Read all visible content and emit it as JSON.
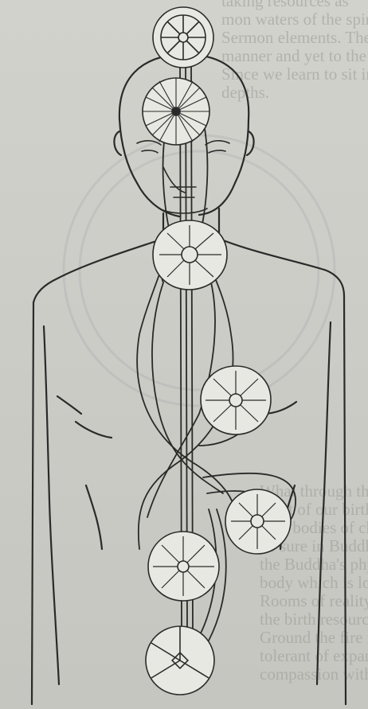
{
  "figure": {
    "subject": "human figure with chakras and nadis",
    "chakra_count": 7,
    "colors": {
      "paper": "#cfcfc9",
      "ink": "#2a2a2a",
      "lotus_fill": "#e8e8e2"
    }
  },
  "bleed_through_text": {
    "top_lines": [
      "taking  resources  as",
      "mon  waters  of  the  spinning",
      "Sermon  elements.  Their  rich",
      "manner  and  yet  to  the  world",
      "Since  we  learn  to  sit  in  the",
      "depths."
    ],
    "bottom_lines": [
      "What  through  the  more",
      "ment  of  our  birth  there",
      "own  bodies  of  change,",
      "be  sure  in  Buddhism",
      "the  Buddha's  physical",
      "body  which  is  lost  in  the",
      "Rooms  of  reality  Ventures",
      "the  birth  resources",
      "Ground  the  fire  in  Seat",
      "tolerant  of  expansion  of",
      "compassion  with  the  mind"
    ]
  }
}
